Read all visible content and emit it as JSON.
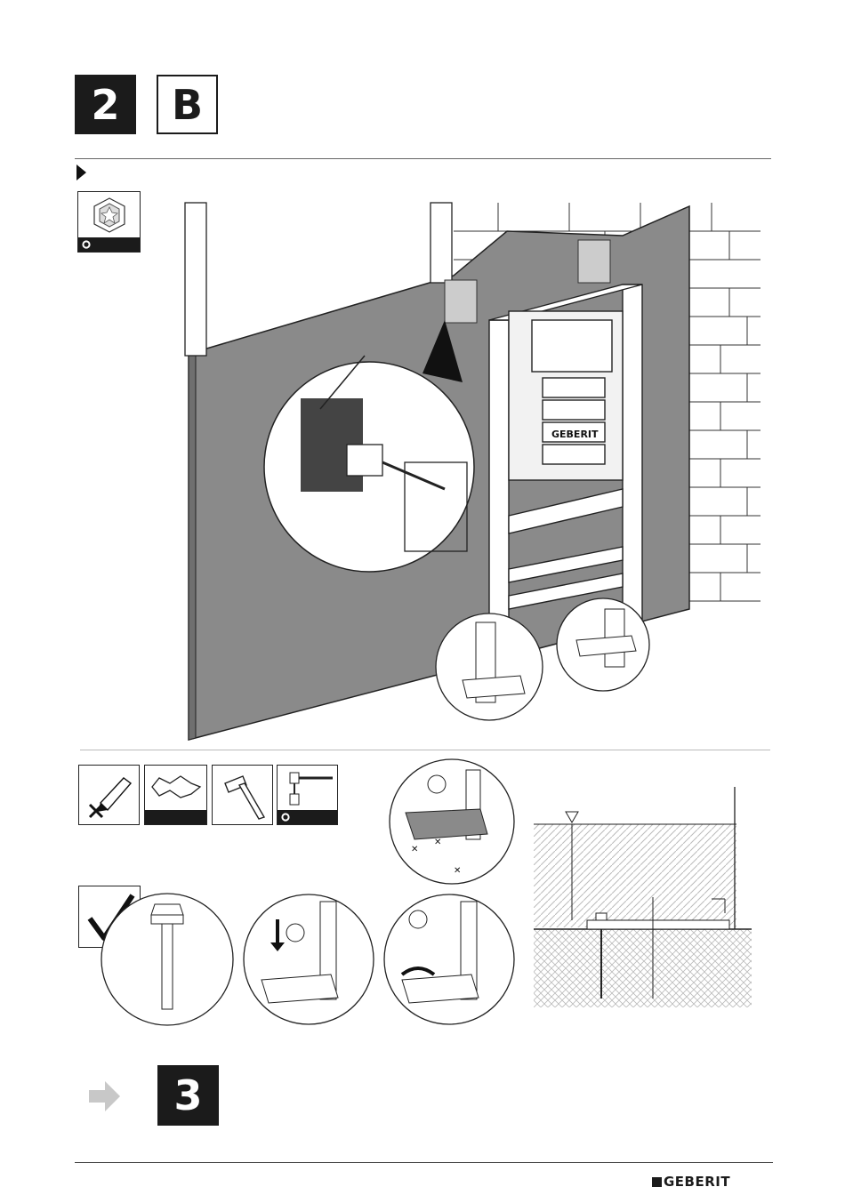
{
  "header": {
    "step_number": "2",
    "variant_letter": "B"
  },
  "next_step": {
    "number": "3"
  },
  "footer": {
    "brand": "GEBERIT"
  },
  "main_illustration": {
    "frame_label": "GEBERIT"
  },
  "icons": {
    "torx_tool": "torx-bit-icon",
    "pencil": "pencil-mark-icon",
    "drill_bit": "drill-bit-icon",
    "hammer": "hammer-icon",
    "socket_wrench": "socket-wrench-icon",
    "check": "checkmark-icon",
    "arrow_next": "arrow-right-icon",
    "play": "play-triangle-icon"
  },
  "colors": {
    "dark": "#1b1b1b",
    "wall_grey": "#8a8a8a",
    "rule_grey": "#999999",
    "arrow_grey": "#c8c8c8"
  }
}
